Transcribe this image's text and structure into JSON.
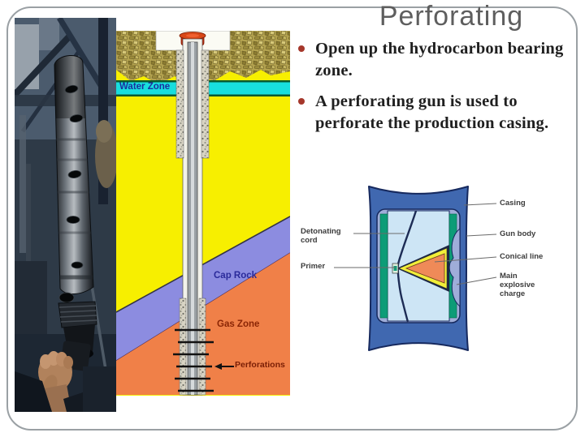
{
  "slide": {
    "title": "Perforating",
    "bullets": [
      {
        "text": "Open up the hydrocarbon bearing zone."
      },
      {
        "text": "A perforating gun is used to perforate the production casing."
      }
    ]
  },
  "well_diagram": {
    "water_zone_label": "Water Zone",
    "cap_rock_label": "Cap Rock",
    "gas_zone_label": "Gas Zone",
    "perforations_label": "Perforations",
    "colors": {
      "surface_gravel": "#b3a24f",
      "formation_yellow": "#f7ef00",
      "water_zone_cyan": "#18dede",
      "cap_rock_purple": "#8c8ce0",
      "gas_zone_orange": "#f08048",
      "wellhead_red": "#c23010"
    }
  },
  "gun_diagram": {
    "labels": {
      "casing": "Casing",
      "gun_body": "Gun body",
      "conical_line": "Conical line",
      "main_explosive_charge": "Main explosive charge",
      "detonating_cord": "Detonating cord",
      "primer": "Primer"
    },
    "colors": {
      "casing_blue": "#4068b0",
      "gun_body_lavender": "#9fadd9",
      "liner_green": "#0d9c77",
      "interior_light_blue": "#cde5f5",
      "conical_liner_yellow": "#f1ee39",
      "explosive_orange": "#ef8a58"
    }
  },
  "accent": {
    "title_color": "#5e5e5e",
    "bullet_dot_color": "#a5372b",
    "body_text_color": "#1f1f1f"
  }
}
